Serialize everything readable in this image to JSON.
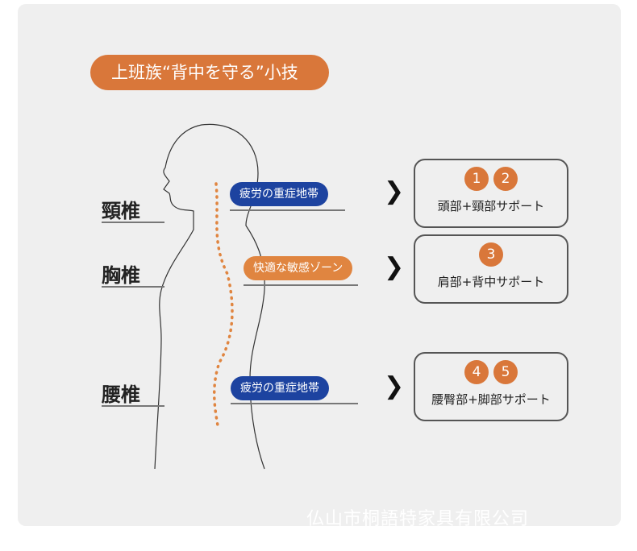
{
  "title": "上班族“背中を守る”小技",
  "regions": [
    {
      "label": "頸椎",
      "tag": "疲労の重症地帯",
      "tag_color": "#1d43a0",
      "numbers": [
        "1",
        "2"
      ],
      "support": "頭部+頸部サポート"
    },
    {
      "label": "胸椎",
      "tag": "快適な敏感ゾーン",
      "tag_color": "#e08540",
      "numbers": [
        "3"
      ],
      "support": "肩部+背中サポート"
    },
    {
      "label": "腰椎",
      "tag": "疲労の重症地帯",
      "tag_color": "#1d43a0",
      "numbers": [
        "4",
        "5"
      ],
      "support": "腰臀部+脚部サポート"
    }
  ],
  "arrow_icon": "chevron-right-icon",
  "watermark": "仏山市桐語特家具有限公司"
}
